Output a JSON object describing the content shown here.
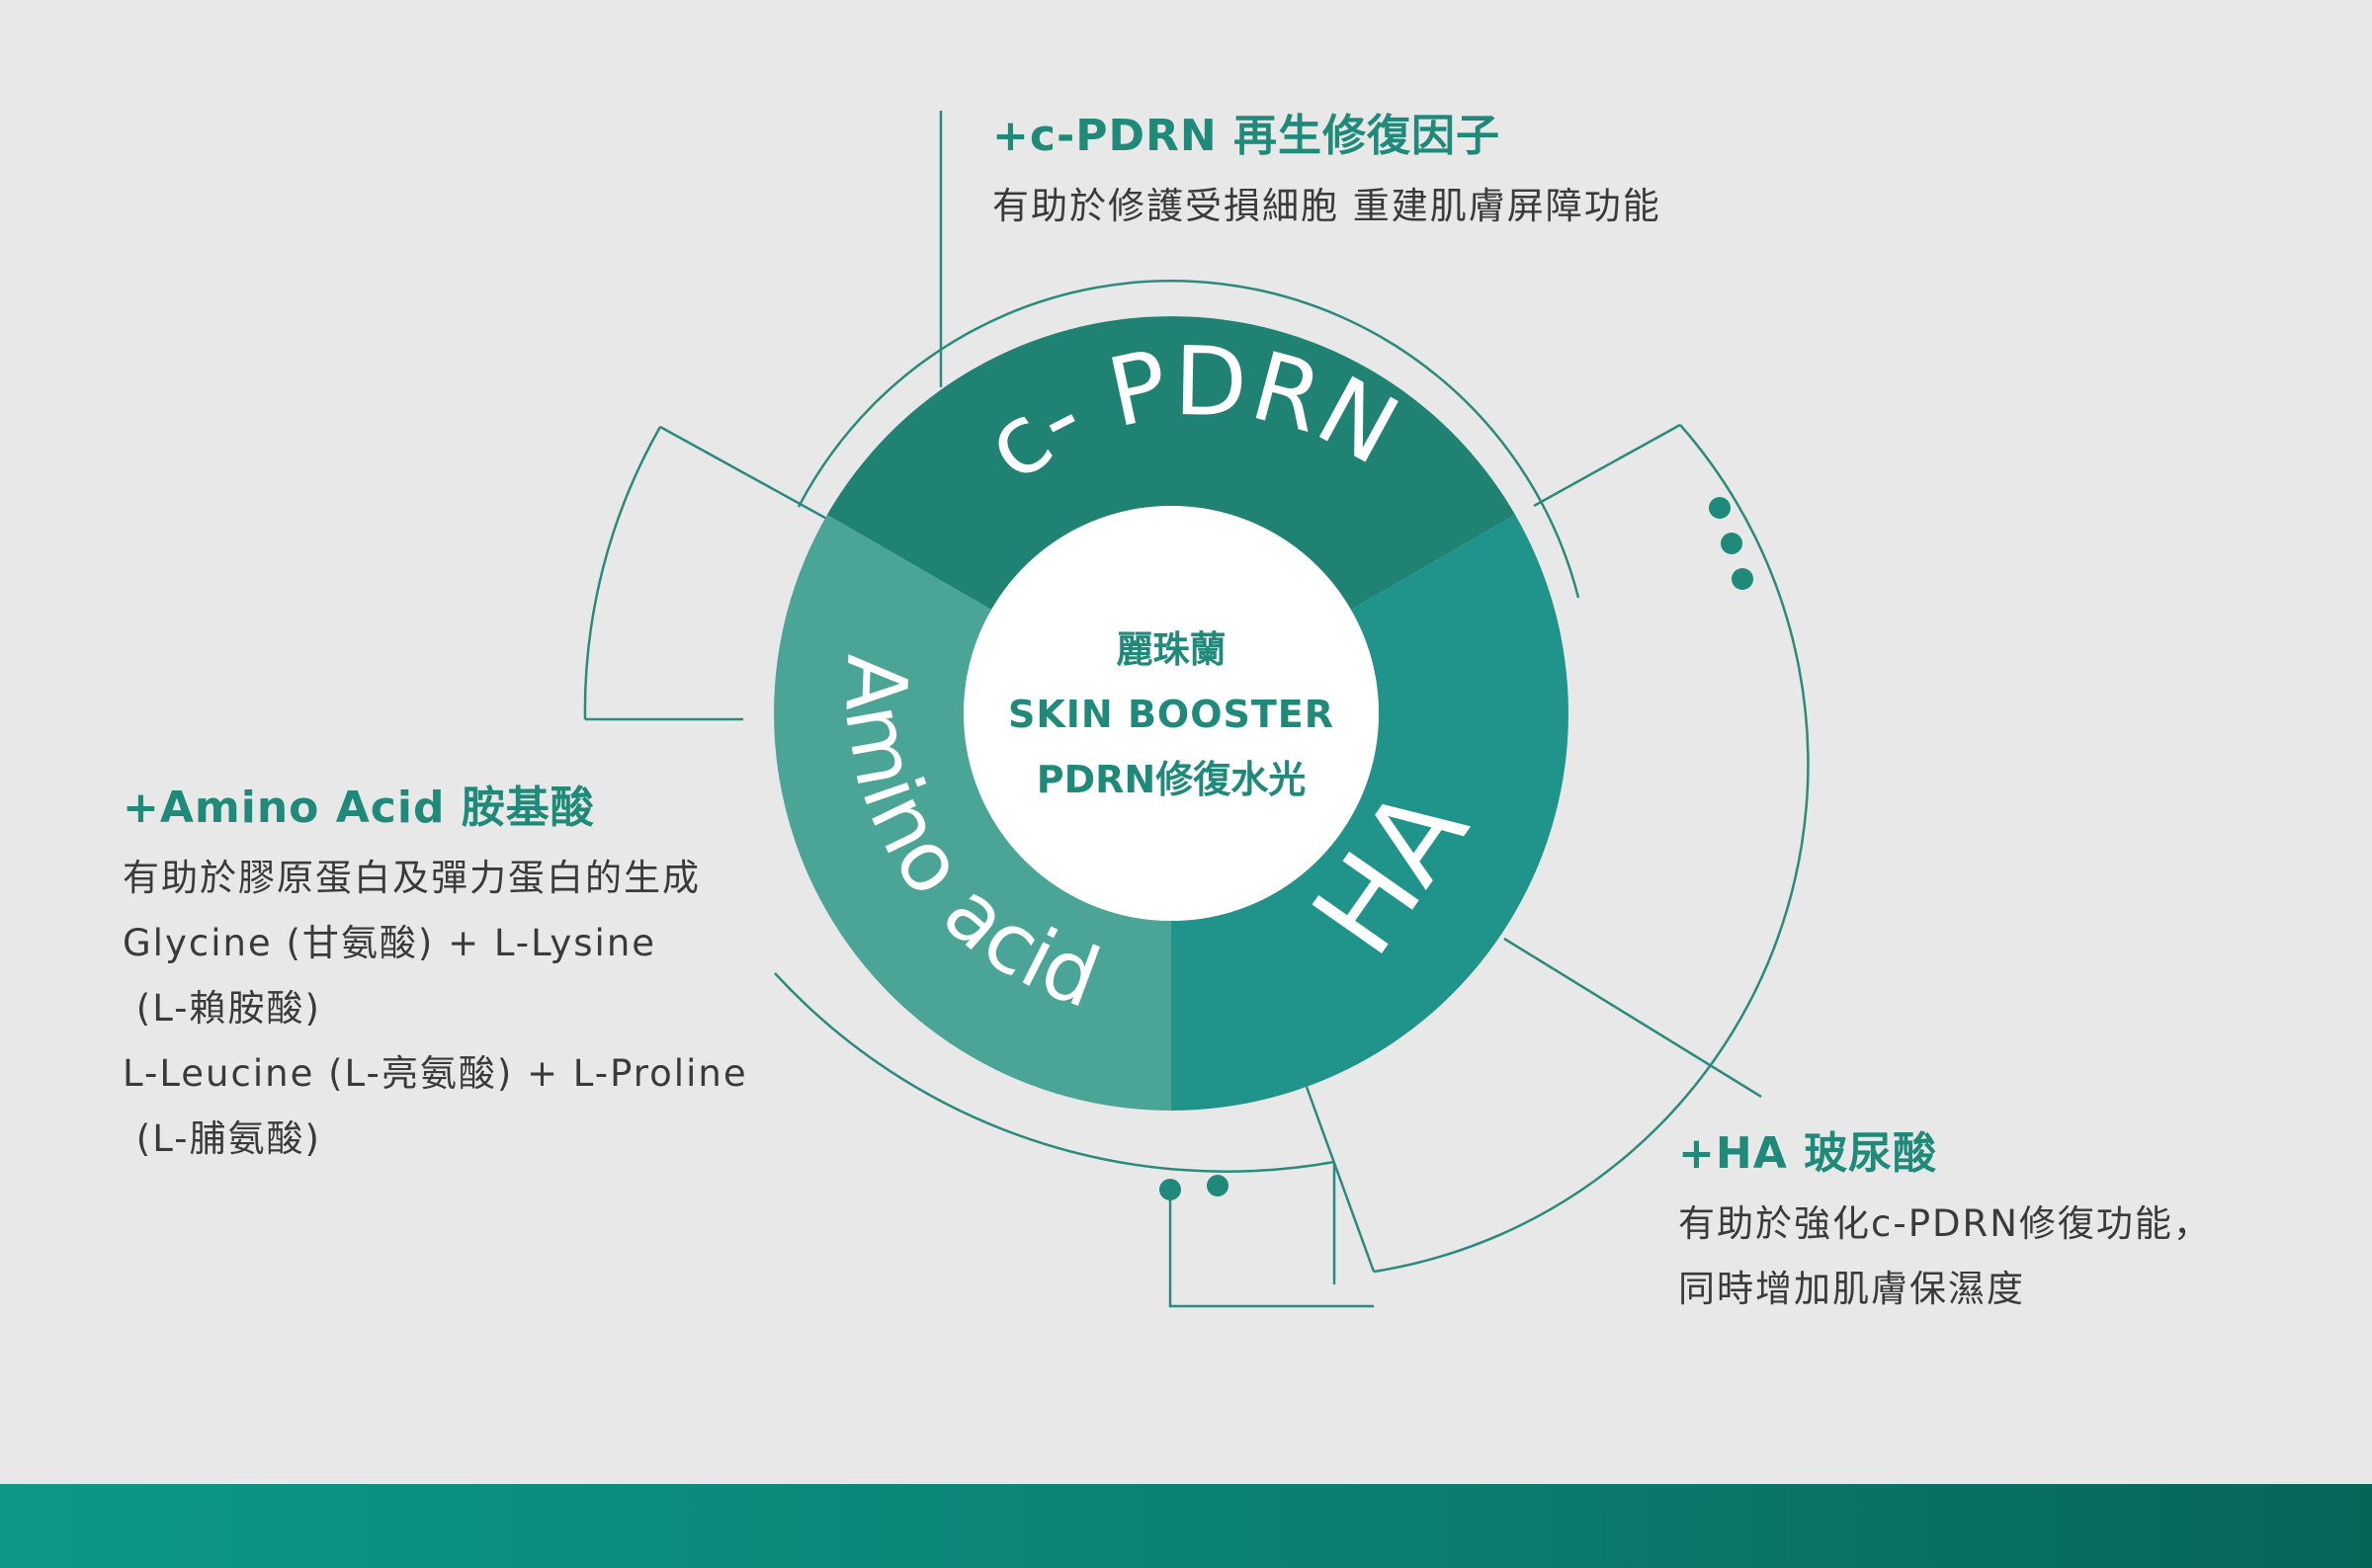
{
  "center": {
    "brand": "麗珠蘭",
    "line2": "SKIN BOOSTER",
    "line3": "PDRN修復水光"
  },
  "segments": {
    "cpdrn": "c- PDRN",
    "amino": "Amino acid",
    "ha": "HA"
  },
  "callouts": {
    "cpdrn": {
      "title": "+c-PDRN 再生修復因子",
      "lines": [
        "有助於修護受損細胞 重建肌膚屏障功能"
      ]
    },
    "amino": {
      "title": "+Amino Acid 胺基酸",
      "lines": [
        "有助於膠原蛋白及彈力蛋白的生成",
        "Glycine (甘氨酸) + L-Lysine",
        " (L-賴胺酸)",
        "L-Leucine (L-亮氨酸) + L-Proline",
        " (L-脯氨酸)"
      ]
    },
    "ha": {
      "title": "+HA 玻尿酸",
      "lines": [
        "有助於強化c-PDRN修復功能，",
        "同時增加肌膚保濕度"
      ]
    }
  },
  "colors": {
    "background": "#e8e8e8",
    "cpdrn_segment": "#1f8272",
    "amino_segment": "#4aa596",
    "ha_segment": "#20938a",
    "accent_text": "#1f8a7a",
    "line": "#2a8a7c"
  }
}
